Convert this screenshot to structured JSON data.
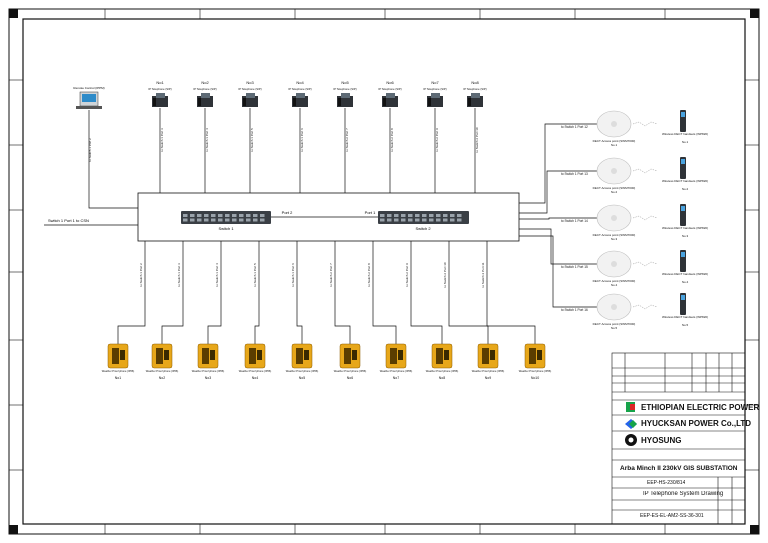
{
  "diagram": {
    "title": "IP Telephone System Drawing",
    "uplink_label": "Switch 1 Port 1 to CSN",
    "switch1_label": "Switch 1",
    "switch2_label": "Switch 2",
    "port2_label": "Port 2",
    "port1_label": "Port 1",
    "operator_label": "Remote Control (IPPM)",
    "phones": [
      {
        "no": "No1",
        "model": "IP Telephone (SIP)",
        "cable": "to Switch 1 Port 3"
      },
      {
        "no": "No2",
        "model": "IP Telephone (SIP)",
        "cable": "to Switch 1 Port 4"
      },
      {
        "no": "No3",
        "model": "IP Telephone (SIP)",
        "cable": "to Switch 1 Port 5"
      },
      {
        "no": "No4",
        "model": "IP Telephone (SIP)",
        "cable": "to Switch 1 Port 6"
      },
      {
        "no": "No5",
        "model": "IP Telephone (SIP)",
        "cable": "to Switch 2 Port 7"
      },
      {
        "no": "No6",
        "model": "IP Telephone (SIP)",
        "cable": "to Switch 2 Port 8"
      },
      {
        "no": "No7",
        "model": "IP Telephone (SIP)",
        "cable": "to Switch 2 Port 9"
      },
      {
        "no": "No8",
        "model": "IP Telephone (SIP)",
        "cable": "to Switch 2 Port 10"
      }
    ],
    "access_points": [
      {
        "no": "No.1",
        "label": "DECT Access point (SWM7000)",
        "cable": "to Switch 1 Port 12"
      },
      {
        "no": "No.2",
        "label": "DECT Access point (SWM7000)",
        "cable": "to Switch 1 Port 13"
      },
      {
        "no": "No.3",
        "label": "DECT Access point (SWM7000)",
        "cable": "to Switch 1 Port 14"
      },
      {
        "no": "No.4",
        "label": "DECT Access point (SWM7000)",
        "cable": "to Switch 1 Port 15"
      },
      {
        "no": "No.5",
        "label": "DECT Access point (SWM7000)",
        "cable": "to Switch 1 Port 16"
      }
    ],
    "handsets": [
      {
        "no": "No.1",
        "label": "Wireless DECT handsets (WP820)"
      },
      {
        "no": "No.2",
        "label": "Wireless DECT handsets (WP820)"
      },
      {
        "no": "No.3",
        "label": "Wireless DECT handsets (WP820)"
      },
      {
        "no": "No.4",
        "label": "Wireless DECT handsets (WP820)"
      },
      {
        "no": "No.5",
        "label": "Wireless DECT handsets (WP820)"
      }
    ],
    "weather_phones": [
      {
        "no": "No1",
        "label": "Weather Proof phone (IP66)",
        "cable": "to Switch 1 Port 2"
      },
      {
        "no": "No2",
        "label": "Weather Proof phone (IP66)",
        "cable": "to Switch 1 Port 3"
      },
      {
        "no": "No3",
        "label": "Weather Proof phone (IP66)",
        "cable": "to Switch 1 Port 4"
      },
      {
        "no": "No4",
        "label": "Weather Proof phone (IP66)",
        "cable": "to Switch 1 Port 5"
      },
      {
        "no": "No5",
        "label": "Weather Proof phone (IP66)",
        "cable": "to Switch 1 Port 6"
      },
      {
        "no": "No6",
        "label": "Weather Proof phone (IP66)",
        "cable": "to Switch 2 Port 7"
      },
      {
        "no": "No7",
        "label": "Weather Proof phone (IP66)",
        "cable": "to Switch 2 Port 8"
      },
      {
        "no": "No8",
        "label": "Weather Proof phone (IP66)",
        "cable": "to Switch 2 Port 9"
      },
      {
        "no": "No9",
        "label": "Weather Proof phone (IP66)",
        "cable": "to Switch 2 Port 10"
      },
      {
        "no": "No10",
        "label": "Weather Proof phone (IP66)",
        "cable": "to Switch 2 Port 11"
      }
    ]
  },
  "title_block": {
    "company1": "ETHIOPIAN ELECTRIC POWER",
    "company2": "HYUCKSAN POWER Co.,LTD",
    "company3": "HYOSUNG",
    "project": "Arba Minch II 230kV GIS SUBSTATION",
    "drawing_no": "EEP-HS-230/814",
    "drawing_title": "IP Telephone System Drawing",
    "doc_no": "EEP-ES-EL-AM2-SS-36-301"
  },
  "colors": {
    "line": "#111111",
    "weather_phone": "#e7a71a",
    "switch": "#3a3f45",
    "ap": "#f2f2f2",
    "logo_green": "#16a34a",
    "logo_red": "#dc2626"
  }
}
